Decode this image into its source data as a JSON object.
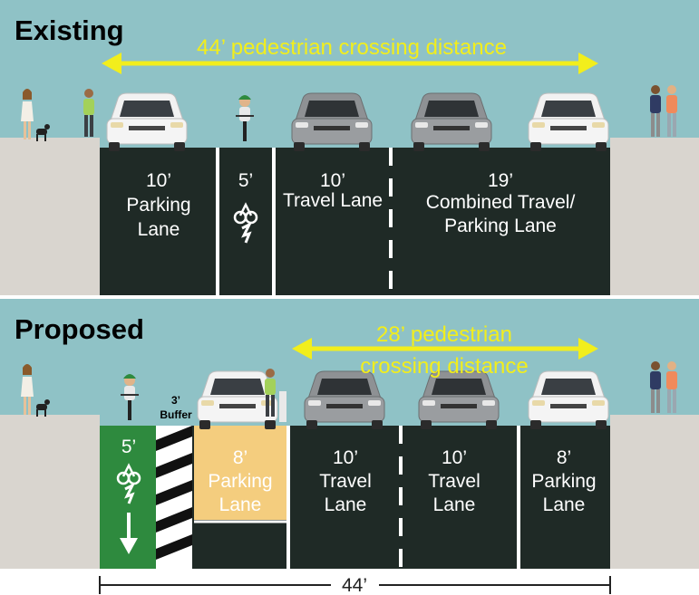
{
  "existing": {
    "heading": "Existing",
    "crossing_label": "44’ pedestrian crossing distance",
    "lanes": [
      {
        "width": "10’",
        "line1": "Parking",
        "line2": "Lane"
      },
      {
        "width": "5’"
      },
      {
        "width": "10’",
        "line1": "Travel Lane"
      },
      {
        "width": "19’",
        "line1": "Combined Travel/",
        "line2": "Parking Lane"
      }
    ]
  },
  "proposed": {
    "heading": "Proposed",
    "crossing_label_line1": "28’ pedestrian",
    "crossing_label_line2": "crossing distance",
    "buffer_label_line1": "3’",
    "buffer_label_line2": "Buffer",
    "lanes": [
      {
        "width": "5’"
      },
      {
        "width": "8’",
        "line1": "Parking",
        "line2": "Lane"
      },
      {
        "width": "10’",
        "line1": "Travel",
        "line2": "Lane"
      },
      {
        "width": "10’",
        "line1": "Travel",
        "line2": "Lane"
      },
      {
        "width": "8’",
        "line1": "Parking",
        "line2": "Lane"
      }
    ]
  },
  "total_width": "44’",
  "colors": {
    "sky": "#8fc2c6",
    "asphalt": "#1f2a26",
    "sidewalk": "#d9d5cf",
    "arrow": "#f2ee1c",
    "bike_lane": "#2e8a3e",
    "parking_proposed": "#f4cd7e"
  }
}
